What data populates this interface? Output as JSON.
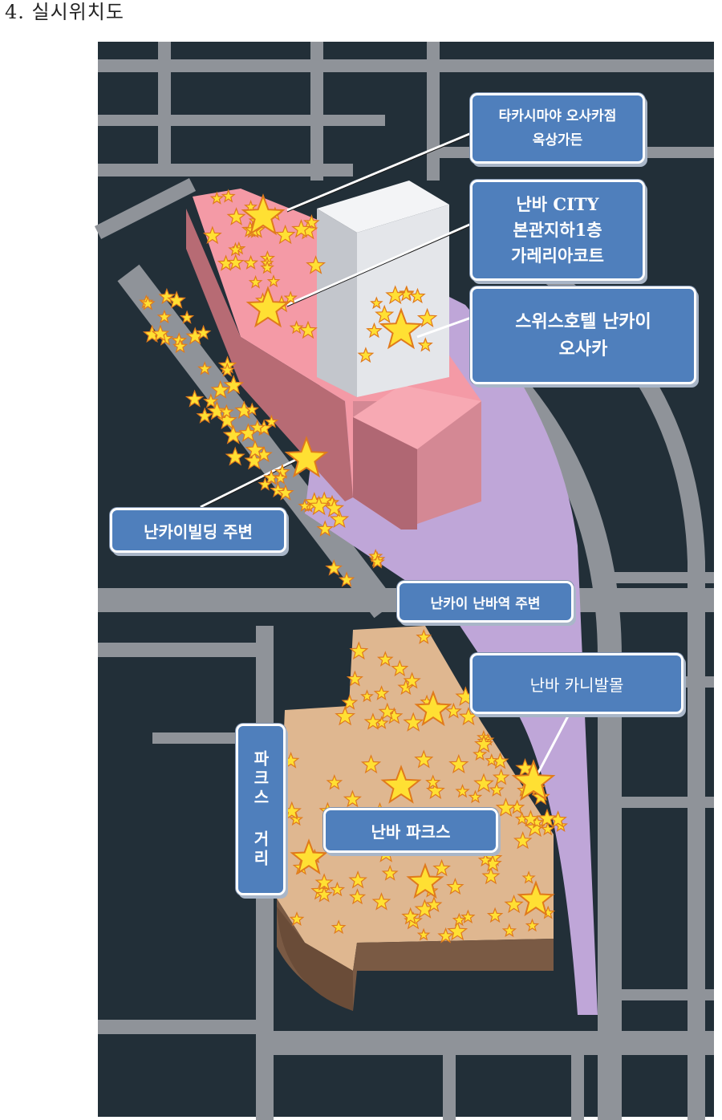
{
  "heading": "4. 실시위치도",
  "colors": {
    "map_background": "#222f38",
    "road": "#8f9399",
    "pink_building": "#f49aa6",
    "pink_building_side": "#b76b74",
    "white_tower": "#e4e6ea",
    "white_tower_side": "#c3c6cc",
    "purple_zone": "#bfa6d8",
    "parks_roof": "#dfb790",
    "parks_side": "#7a5a44",
    "star": "#ffe033",
    "star_outline": "#e07a1c",
    "callout_fill": "#4f7fbc"
  },
  "callouts": {
    "takashimaya": "타카시마야 오사카점\n옥상가든",
    "namba_city": "난바 CITY\n본관지하1층\n가레리아코트",
    "swissotel": "스위스호텔 난카이\n오사카",
    "nankai_building": "난카이빌딩 주변",
    "nankai_namba_station": "난카이 난바역 주변",
    "namba_carnival_mall": "난바 카니발몰",
    "parks_street": "파크스 거리",
    "namba_parks": "난바 파크스"
  }
}
